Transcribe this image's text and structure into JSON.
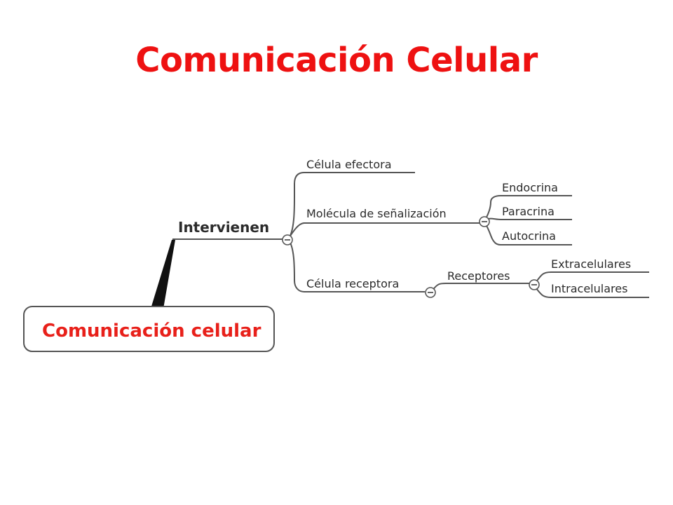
{
  "slide": {
    "title": "Comunicación Celular",
    "title_color": "#ee1111"
  },
  "mindmap": {
    "root": {
      "label": "Comunicación celular",
      "text_color": "#e8201a",
      "border_color": "#555555"
    },
    "level1": {
      "label": "Intervienen"
    },
    "branches": [
      {
        "label": "Célula efectora"
      },
      {
        "label": "Molécula de señalización"
      },
      {
        "label": "Célula receptora"
      }
    ],
    "signaling_types": [
      {
        "label": "Endocrina"
      },
      {
        "label": "Paracrina"
      },
      {
        "label": "Autocrina"
      }
    ],
    "receptor_node": {
      "label": "Receptores"
    },
    "receptor_types": [
      {
        "label": "Extracelulares"
      },
      {
        "label": "Intracelulares"
      }
    ],
    "collapse_symbol": "−"
  }
}
